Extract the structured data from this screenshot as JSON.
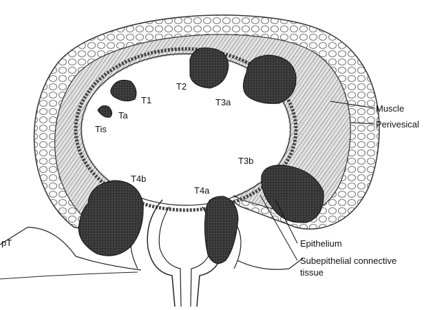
{
  "diagram": {
    "stage_labels": {
      "tis": "Tis",
      "ta": "Ta",
      "t1": "T1",
      "t2": "T2",
      "t3a": "T3a",
      "t3b": "T3b",
      "t4a": "T4a",
      "t4b": "T4b",
      "pt": "pT"
    },
    "layer_labels": {
      "muscle": "Muscle",
      "perivesical": "Perivesical",
      "epithelium": "Epithelium",
      "subepithelial_line1": "Subepithelial connective",
      "subepithelial_line2": "tissue"
    },
    "colors": {
      "background": "#ffffff",
      "ink": "#111111",
      "tumor": "#3a3a3a",
      "muscle_fill": "#d4d4d4",
      "fat_fill": "#f3f3f3"
    }
  }
}
